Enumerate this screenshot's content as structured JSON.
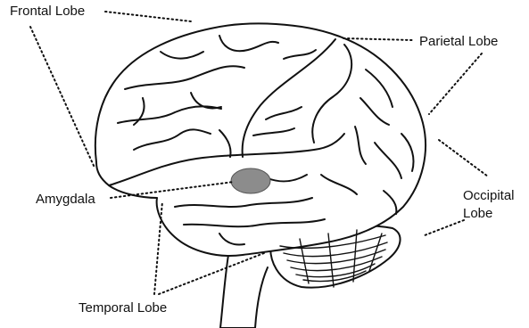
{
  "labels": {
    "frontal_lobe": "Frontal Lobe",
    "parietal_lobe": "Parietal Lobe",
    "amygdala": "Amygdala",
    "occipital_line1": "Occipital",
    "occipital_line2": "Lobe",
    "temporal_lobe": "Temporal Lobe"
  },
  "colors": {
    "outline": "#111111",
    "amygdala_fill": "#8c8c8c",
    "background": "#ffffff"
  }
}
